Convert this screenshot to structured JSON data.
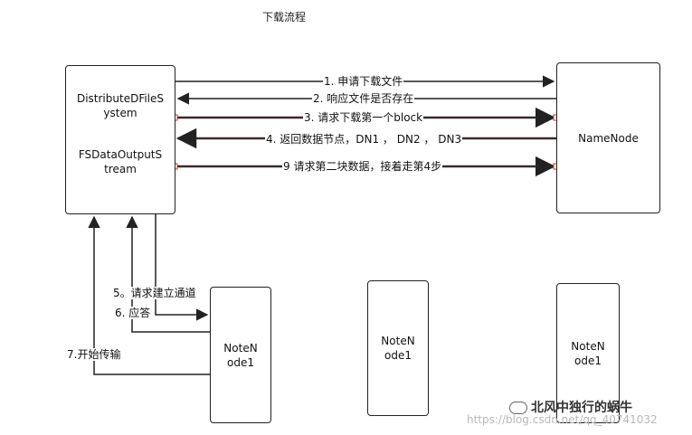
{
  "title": "下载流程",
  "nodes": {
    "client_line1": "DistributeDFileS\nystem",
    "client_line2": "FSDataOutputS\ntream",
    "namenode": "NameNode",
    "datanode1": "NoteN\node1",
    "datanode2": "NoteN\node1",
    "datanode3": "NoteN\node1"
  },
  "arrows": {
    "a1": "1. 申请下载文件",
    "a2": "2. 响应文件是否存在",
    "a3": "3. 请求下载第一个block",
    "a4": "4. 返回数据节点，DN1 ， DN2 ， DN3",
    "a9": "9 请求第二块数据，接着走第4步",
    "a5": "5。请求建立通道",
    "a6": "6. 应答",
    "a7": "7.开始传输"
  },
  "watermark": {
    "name": "北风中独行的蜗牛",
    "url": "https://blog.csdn.net/qq_40741032"
  }
}
